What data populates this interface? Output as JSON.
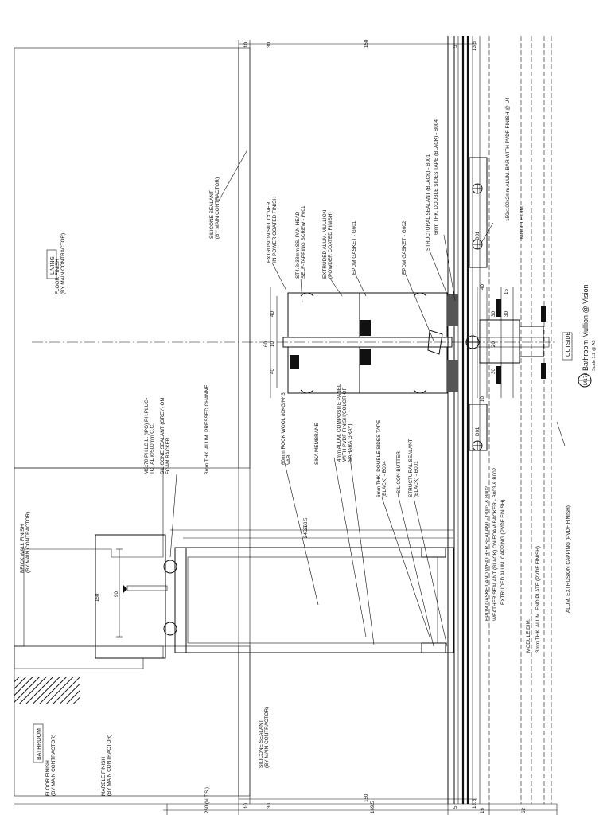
{
  "rooms": {
    "living": "LIVING",
    "bathroom": "BATHROOM",
    "outside": "OUTSIDE"
  },
  "title": {
    "tag": "M17",
    "tag_sub": "4",
    "name": "Bathroom Mullion @ Vision",
    "scale": "Scale 1:2 @ A3"
  },
  "notes": {
    "floor_finish_top": [
      "FLOOR FINISH",
      "(BY MAIN CONTRACTOR)"
    ],
    "silicone_sealant_top": [
      "SILICONE SEALANT",
      "(BY MAIN CONTRACTOR)"
    ],
    "sill_cover": [
      "EXTRUSION SILL COVER",
      "IN POWER COATED FINISH"
    ],
    "screw": [
      "ST4.8x38mm SS. PAN-HEAD",
      "SELF-TAPPING SCREW - F001"
    ],
    "mullion": [
      "EXTRUDED ALUM. MULLION",
      "(POWDER COATED FINISH)"
    ],
    "gasket_g601": [
      "EPDM GASKET - G601"
    ],
    "gasket_g602": [
      "EPDM GASKET - G602"
    ],
    "struct_sealant_top": [
      "STRUCTURAL SEALANT (BLACK) - B001"
    ],
    "tape_top": [
      "6mm THK. DOUBLE SIDES TAPE (BLACK) - B004"
    ],
    "alum_bar": [
      "150x100x2mm ALUM. BAR WITH PVDF FINISH @ U4"
    ],
    "module_top": [
      "MODULE DIM."
    ],
    "brick_wall": [
      "BRICK WALL FINISH",
      "(BY MAIN CONTRACTOR)"
    ],
    "anchor": [
      "M6x70 PH.LO.L. (IPG) PH.PLUG-",
      "TOTAL @500mm C.C."
    ],
    "sealant_foam": [
      "SILICONE SEALANT (GREY) ON",
      "FOAM BACKER"
    ],
    "pressed_channel": [
      "3mm THK. ALUM. PRESSED CHANNEL"
    ],
    "rock_wool": [
      "60mm ROCK WOOL 80KG/M^3",
      "VAR"
    ],
    "membrane": [
      "SIKA MEMBRANE"
    ],
    "acp": [
      "4mm ALUM. COMPOSITE PANEL",
      "WITH PVDF FINISH(COLOR OF",
      "SAHARA GRAY)"
    ],
    "tape_low": [
      "6mm THK. DOUBLE SIDES TAPE",
      "(BLACK) - B004"
    ],
    "silicon_butter": [
      "SILICON BUTTER"
    ],
    "struct_sealant_low": [
      "STRUCTURAL SEALANT",
      "(BLACK) - B001"
    ],
    "weather_gasket": [
      "EPDM GASKET AND WEATHER SEALANT - G003 & B002"
    ],
    "weather_sealant": [
      "WEATHER SEALANT (BLACK) ON FOAM BACKER - B003 & B002"
    ],
    "alum_capping": [
      "EXTRUDED ALUM. CAPPING (PVDF FINISH)"
    ],
    "module_low": [
      "MODULE DIM."
    ],
    "end_plate": [
      "3mm THK. ALUM. END PLATE (PVDF FINISH)"
    ],
    "extrusion_capping": [
      "ALUM. EXTRUSION CAPPING (PVDF FINISH)"
    ],
    "floor_finish_low": [
      "FLOOR FINISH",
      "(BY MAIN CONTRACTOR)"
    ],
    "marble": [
      "MARBLE FINISH",
      "(BY MAIN CONTRACTOR)"
    ],
    "silicone_sealant_low": [
      "SILICONE SEALANT",
      "(BY MAIN CONTRACTOR)"
    ]
  },
  "dims": {
    "top": [
      "10",
      "30",
      "150",
      "5",
      "13.5"
    ],
    "mid": [
      "60",
      "40",
      "40",
      "10",
      "30",
      "40",
      "20",
      "30",
      "30",
      "15",
      "10"
    ],
    "bay": [
      "263.5",
      "245.5",
      "150",
      "90"
    ],
    "bottom": [
      "250 (N.T.S.)",
      "10",
      "30",
      "169.5",
      "150",
      "13.5",
      "5",
      "16",
      "62"
    ]
  },
  "callouts": [
    "D01",
    "D01"
  ]
}
